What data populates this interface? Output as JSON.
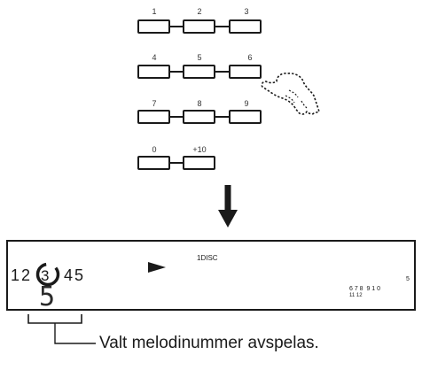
{
  "keypad": {
    "rows": [
      {
        "keys": [
          {
            "label": "1"
          },
          {
            "label": "2"
          },
          {
            "label": "3"
          }
        ]
      },
      {
        "keys": [
          {
            "label": "4"
          },
          {
            "label": "5"
          },
          {
            "label": "6"
          }
        ]
      },
      {
        "keys": [
          {
            "label": "7"
          },
          {
            "label": "8"
          },
          {
            "label": "9"
          }
        ]
      },
      {
        "keys": [
          {
            "label": "0"
          },
          {
            "label": "+10"
          }
        ]
      }
    ]
  },
  "display": {
    "tracks_prefix": "12",
    "tracks_highlight": "3",
    "tracks_suffix": "45",
    "disc_label": "1DISC",
    "right_top": "5",
    "right_mid": "6 7 8  9 1 0",
    "right_bottom": "11 12",
    "big_digit": "5"
  },
  "caption": "Valt melodinummer avspelas."
}
